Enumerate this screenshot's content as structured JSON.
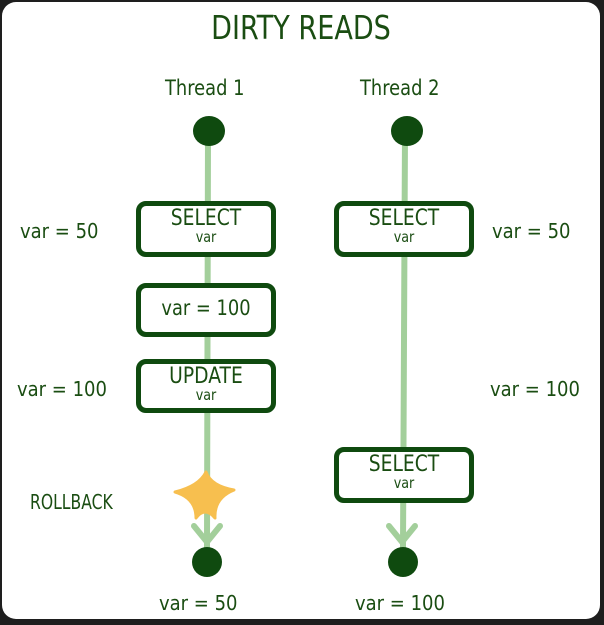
{
  "diagram": {
    "title": "DIRTY READS",
    "colors": {
      "dark_green": "#0f4a0f",
      "line_green": "#a3cf9b",
      "star_yellow": "#f7bf4f",
      "text_green": "#1a4d12"
    },
    "threads": [
      {
        "label": "Thread 1",
        "steps": [
          {
            "line1": "SELECT",
            "line2": "var",
            "annotation": "var = 50"
          },
          {
            "single": "var = 100"
          },
          {
            "line1": "UPDATE",
            "line2": "var",
            "annotation": "var = 100"
          }
        ],
        "event": {
          "label": "ROLLBACK",
          "icon": "star-icon"
        },
        "final_value": "var = 50"
      },
      {
        "label": "Thread 2",
        "steps": [
          {
            "line1": "SELECT",
            "line2": "var",
            "annotation": "var = 50"
          },
          {
            "annotation": "var = 100"
          },
          {
            "line1": "SELECT",
            "line2": "var"
          }
        ],
        "final_value": "var = 100"
      }
    ]
  }
}
